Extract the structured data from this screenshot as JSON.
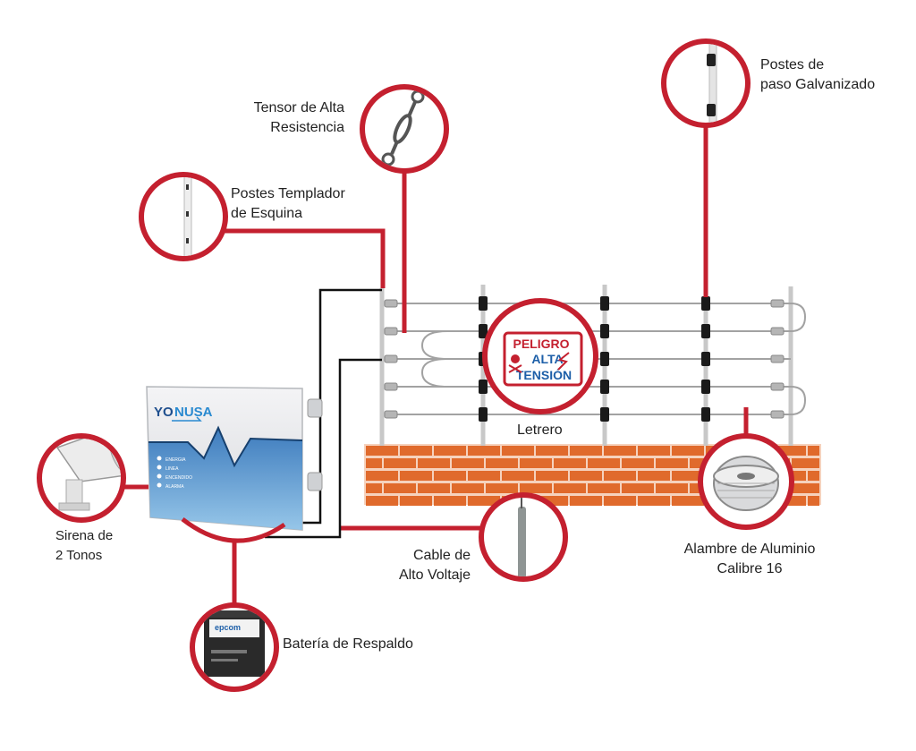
{
  "labels": {
    "tensor": [
      "Tensor de Alta",
      "Resistencia"
    ],
    "postes_paso": [
      "Postes de",
      "paso Galvanizado"
    ],
    "postes_templador": [
      "Postes Templador",
      "de Esquina"
    ],
    "letrero": "Letrero",
    "sirena": [
      "Sirena de",
      "2 Tonos"
    ],
    "cable": [
      "Cable de",
      "Alto Voltaje"
    ],
    "alambre": [
      "Alambre de Aluminio",
      "Calibre 16"
    ],
    "bateria": "Batería de Respaldo"
  },
  "sign": {
    "line1": "PELIGRO",
    "line2": "ALTA",
    "line3": "TENSIÓN"
  },
  "energizer": {
    "brand_left": "YO",
    "brand_right": "NUSA",
    "indicators": [
      "ENERGIA",
      "LINEA",
      "ENCENDIDO",
      "ALARMA"
    ]
  },
  "battery": {
    "brand": "epcom"
  },
  "colors": {
    "callout_red": "#c4202f",
    "brick": "#e06a2c",
    "wire": "#9a9a9a",
    "box_blue": "#1f6fb5"
  }
}
